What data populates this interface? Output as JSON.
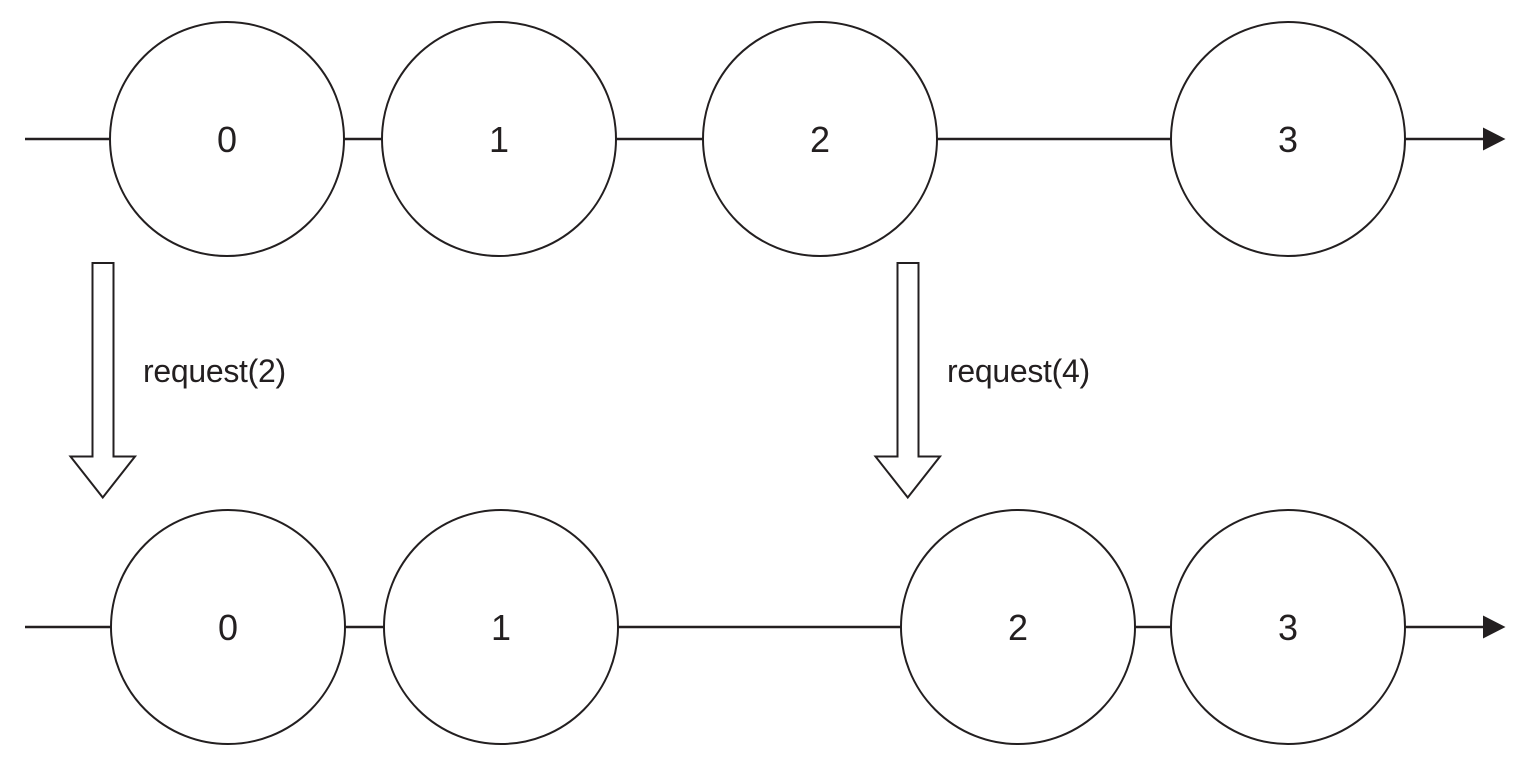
{
  "colors": {
    "ink": "#231f20",
    "background": "#ffffff"
  },
  "rows": [
    {
      "nodes": [
        "0",
        "1",
        "2",
        "3"
      ]
    },
    {
      "nodes": [
        "0",
        "1",
        "2",
        "3"
      ]
    }
  ],
  "transitions": [
    {
      "label": "request(2)"
    },
    {
      "label": "request(4)"
    }
  ]
}
